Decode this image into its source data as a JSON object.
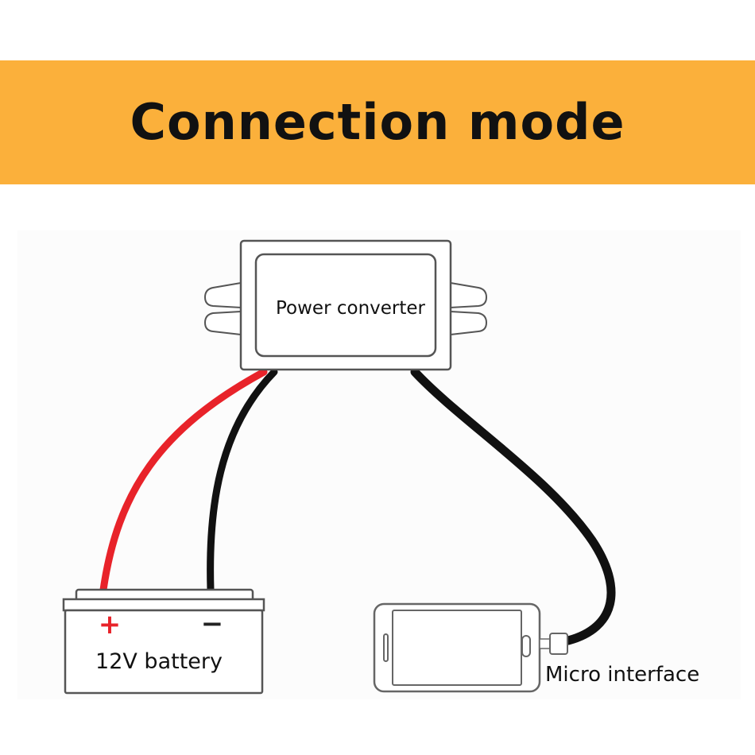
{
  "header": {
    "title": "Connection mode",
    "background": "#FBB03B"
  },
  "diagram": {
    "converter_label": "Power converter",
    "battery_label": "12V battery",
    "battery_positive": "+",
    "battery_negative": "−",
    "phone_label": "Micro interface",
    "wire_colors": {
      "positive": "#E8232A",
      "negative": "#111111",
      "output": "#111111"
    },
    "icons": [
      "power-converter-icon",
      "battery-icon",
      "smartphone-icon",
      "micro-usb-plug-icon"
    ]
  }
}
